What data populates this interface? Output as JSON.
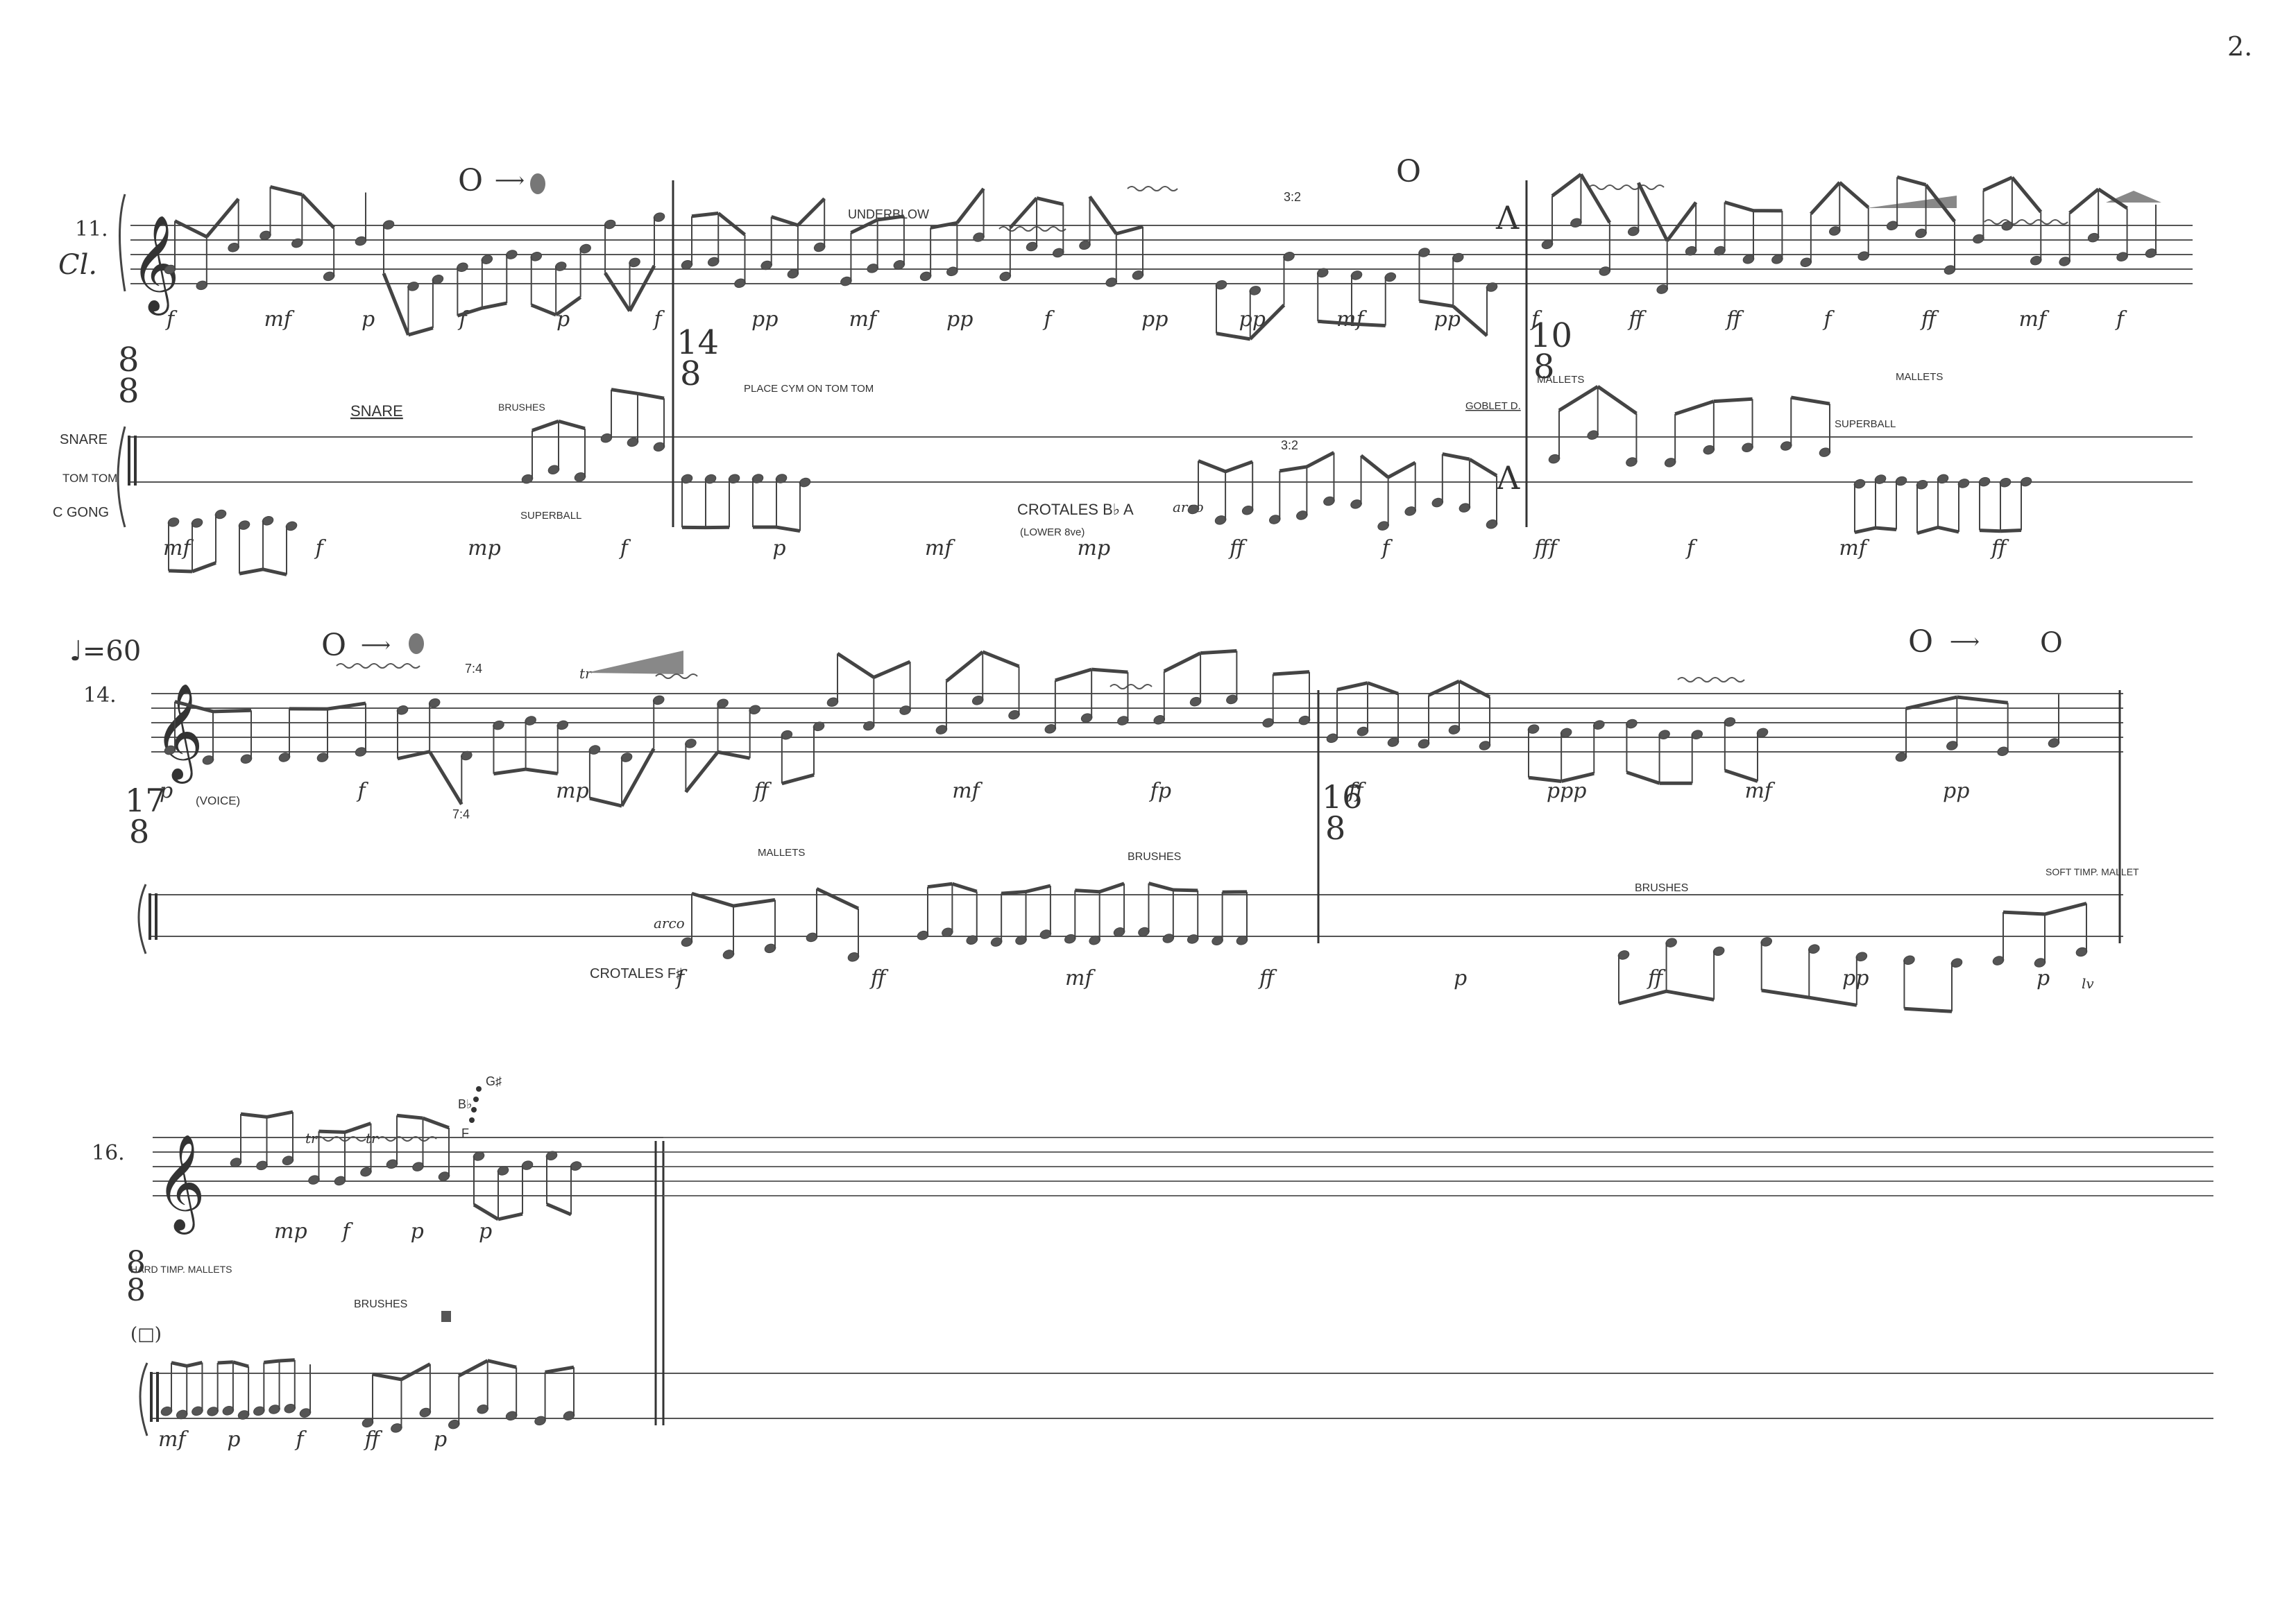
{
  "page_number": "2.",
  "systems": [
    {
      "id": "system-1",
      "measure_number": "11.",
      "instrument_clarinet": "Cl.",
      "percussion_labels": [
        "SNARE",
        "TOM TOM",
        "C GONG"
      ],
      "time_signatures": [
        {
          "num": "8",
          "den": "8"
        },
        {
          "num": "14",
          "den": "8"
        },
        {
          "num": "10",
          "den": "8"
        }
      ],
      "clarinet_texts": [
        "UNDERBLOW",
        "3:2"
      ],
      "clarinet_dynamics": [
        "f",
        "mf",
        "p",
        "f",
        "p",
        "f",
        "pp",
        "mf",
        "pp",
        "f",
        "pp",
        "pp",
        "mf",
        "pp",
        "f",
        "ff",
        "ff",
        "f",
        "ff",
        "mf",
        "f"
      ],
      "percussion_texts": [
        "SNARE",
        "BRUSHES",
        "SUPERBALL",
        "PLACE CYM ON TOM TOM",
        "CROTALES B♭ A",
        "(LOWER 8ve)",
        "arco",
        "3:2",
        "GOBLET D.",
        "MALLETS",
        "SUPERBALL",
        "MALLETS"
      ],
      "percussion_dynamics": [
        "mf",
        "f",
        "mp",
        "f",
        "p",
        "mf",
        "mp",
        "ff",
        "f",
        "fff",
        "f",
        "mf",
        "ff"
      ]
    },
    {
      "id": "system-2",
      "tempo_mark": "♩=60",
      "measure_number": "14.",
      "time_signatures": [
        {
          "num": "17",
          "den": "8"
        },
        {
          "num": "16",
          "den": "8"
        }
      ],
      "clarinet_texts": [
        "(VOICE)",
        "7:4",
        "7:4",
        "tr"
      ],
      "clarinet_dynamics": [
        "p",
        "f",
        "mp",
        "ff",
        "mf",
        "fp",
        "ff",
        "ppp",
        "mf",
        "pp"
      ],
      "percussion_texts": [
        "MALLETS",
        "BRUSHES",
        "arco",
        "CROTALES F♯",
        "BRUSHES",
        "SOFT TIMP. MALLET",
        "lv"
      ],
      "percussion_dynamics": [
        "f",
        "ff",
        "mf",
        "ff",
        "p",
        "ff",
        "pp",
        "p"
      ]
    },
    {
      "id": "system-3",
      "measure_number": "16.",
      "time_signatures": [
        {
          "num": "8",
          "den": "8"
        }
      ],
      "clarinet_texts": [
        "tr",
        "tr",
        "B♭",
        "G♯",
        "F"
      ],
      "clarinet_dynamics": [
        "mp",
        "f",
        "p",
        "p"
      ],
      "percussion_texts": [
        "HARD TIMP. MALLETS",
        "BRUSHES"
      ],
      "percussion_dynamics": [
        "mf",
        "p",
        "f",
        "ff",
        "p"
      ]
    }
  ]
}
